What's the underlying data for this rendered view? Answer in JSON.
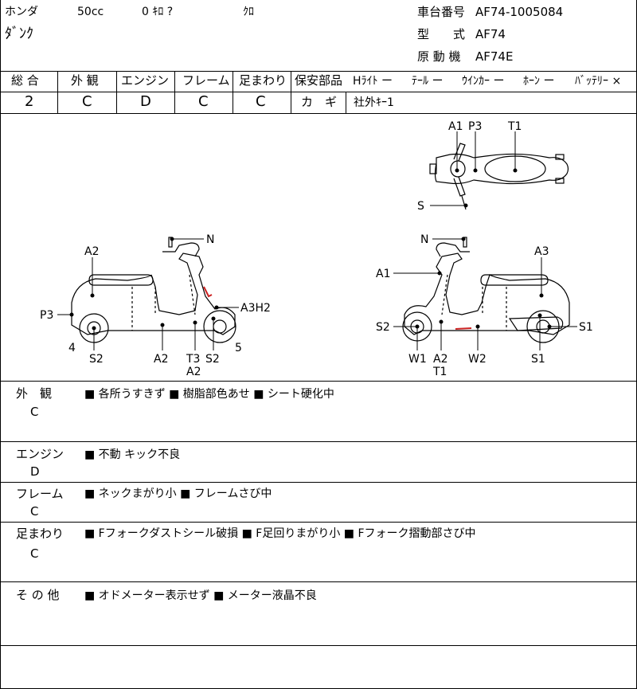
{
  "header": {
    "maker": "ホンダ",
    "displacement": "50cc",
    "mileage": "0 ｷﾛ ?",
    "color": "ｸﾛ",
    "model_name": "ﾀﾞﾝｸ",
    "frame_no_label": "車台番号",
    "frame_no": "AF74-1005084",
    "type_label": "型　　式",
    "type": "AF74",
    "engine_label": "原 動 機",
    "engine": "AF74E"
  },
  "grades": {
    "headers": [
      "総 合",
      "外 観",
      "エンジン",
      "フレーム",
      "足まわり"
    ],
    "values": [
      "2",
      "C",
      "D",
      "C",
      "C"
    ]
  },
  "safety": {
    "label": "保安部品",
    "items": [
      "Hﾗｲﾄ ー",
      "ﾃｰﾙ ー",
      "ｳｲﾝｶｰ ー",
      "ﾎｰﾝ ー",
      "ﾊﾞｯﾃﾘｰ ×"
    ],
    "key_label": "カ　ギ",
    "key_value": "社外ｷｰ1"
  },
  "diagram": {
    "top": {
      "a1": "A1",
      "p3": "P3",
      "t1": "T1",
      "s": "S"
    },
    "left": {
      "n": "N",
      "a2_top": "A2",
      "p3": "P3",
      "a3h2": "A3H2",
      "n4": "4",
      "n5": "5",
      "s2a": "S2",
      "a2b": "A2",
      "t3": "T3",
      "s2b": "S2",
      "a2c": "A2"
    },
    "right": {
      "n": "N",
      "a3": "A3",
      "a1": "A1",
      "s2": "S2",
      "s1a": "S1",
      "w1": "W1",
      "a2": "A2",
      "t1": "T1",
      "w2": "W2",
      "s1b": "S1"
    }
  },
  "remarks": [
    {
      "label": "外　観",
      "grade": "C",
      "text": "■ 各所うすきず ■ 樹脂部色あせ ■ シート硬化中"
    },
    {
      "label": "エンジン",
      "grade": "D",
      "text": "■ 不動 キック不良"
    },
    {
      "label": "フレーム",
      "grade": "C",
      "text": "■ ネックまがり小 ■ フレームさび中"
    },
    {
      "label": "足まわり",
      "grade": "C",
      "text": "■ Fフォークダストシール破損 ■ F足回りまがり小 ■ Fフォーク摺動部さび中"
    },
    {
      "label": "そ の 他",
      "grade": "",
      "text": "■ オドメーター表示せず ■ メーター液晶不良"
    }
  ],
  "colors": {
    "line": "#000000",
    "damage_mark": "#cc2222"
  }
}
